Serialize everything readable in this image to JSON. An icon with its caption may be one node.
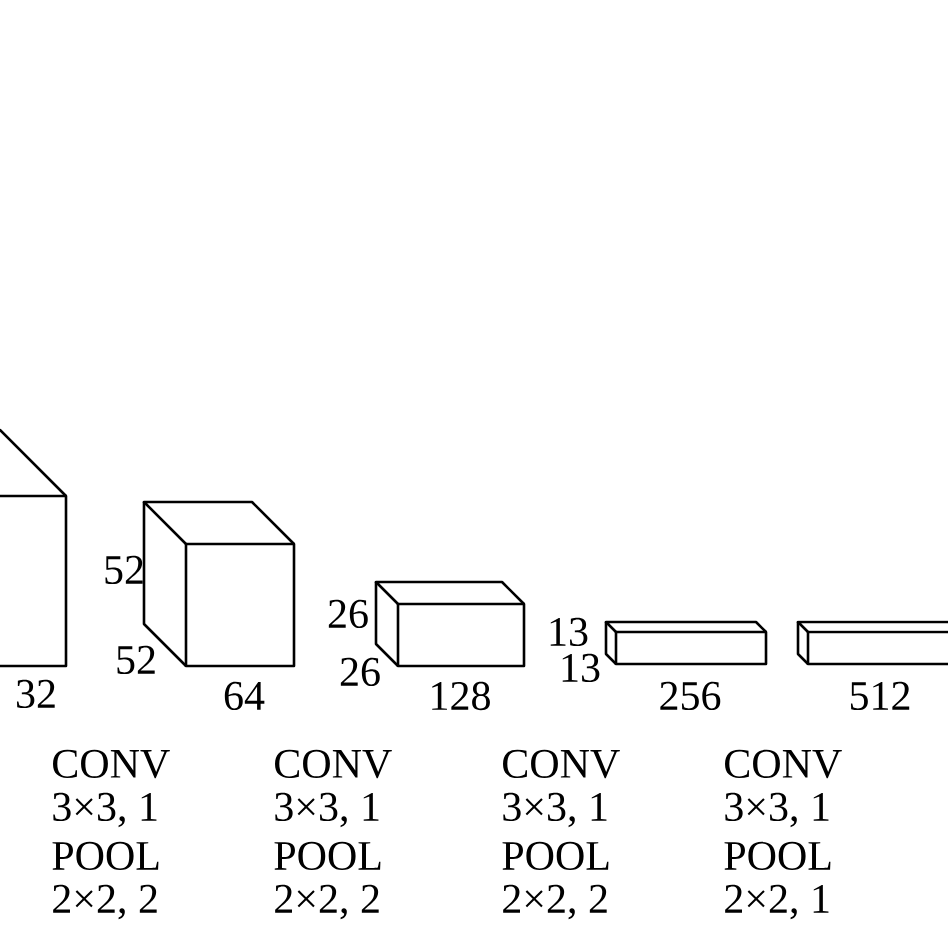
{
  "diagram": {
    "nodes": [
      {
        "text": [],
        "shape": "box",
        "beside": [
          "32"
        ]
      },
      {
        "text": [],
        "shape": "box",
        "beside": [
          "52",
          "52",
          "64"
        ]
      },
      {
        "text": [],
        "shape": "box",
        "beside": [
          "26",
          "26",
          "128"
        ]
      },
      {
        "text": [],
        "shape": "box",
        "beside": [
          "13",
          "13",
          "256"
        ]
      },
      {
        "text": [],
        "shape": "box",
        "beside": [
          "512"
        ]
      }
    ],
    "labels": [
      "CONV",
      "3×3, 1",
      "POOL",
      "2×2, 2",
      "CONV",
      "3×3, 1",
      "POOL",
      "2×2, 2",
      "CONV",
      "3×3, 1",
      "POOL",
      "2×2, 2",
      "CONV",
      "3×3, 1",
      "POOL",
      "2×2, 1"
    ]
  }
}
